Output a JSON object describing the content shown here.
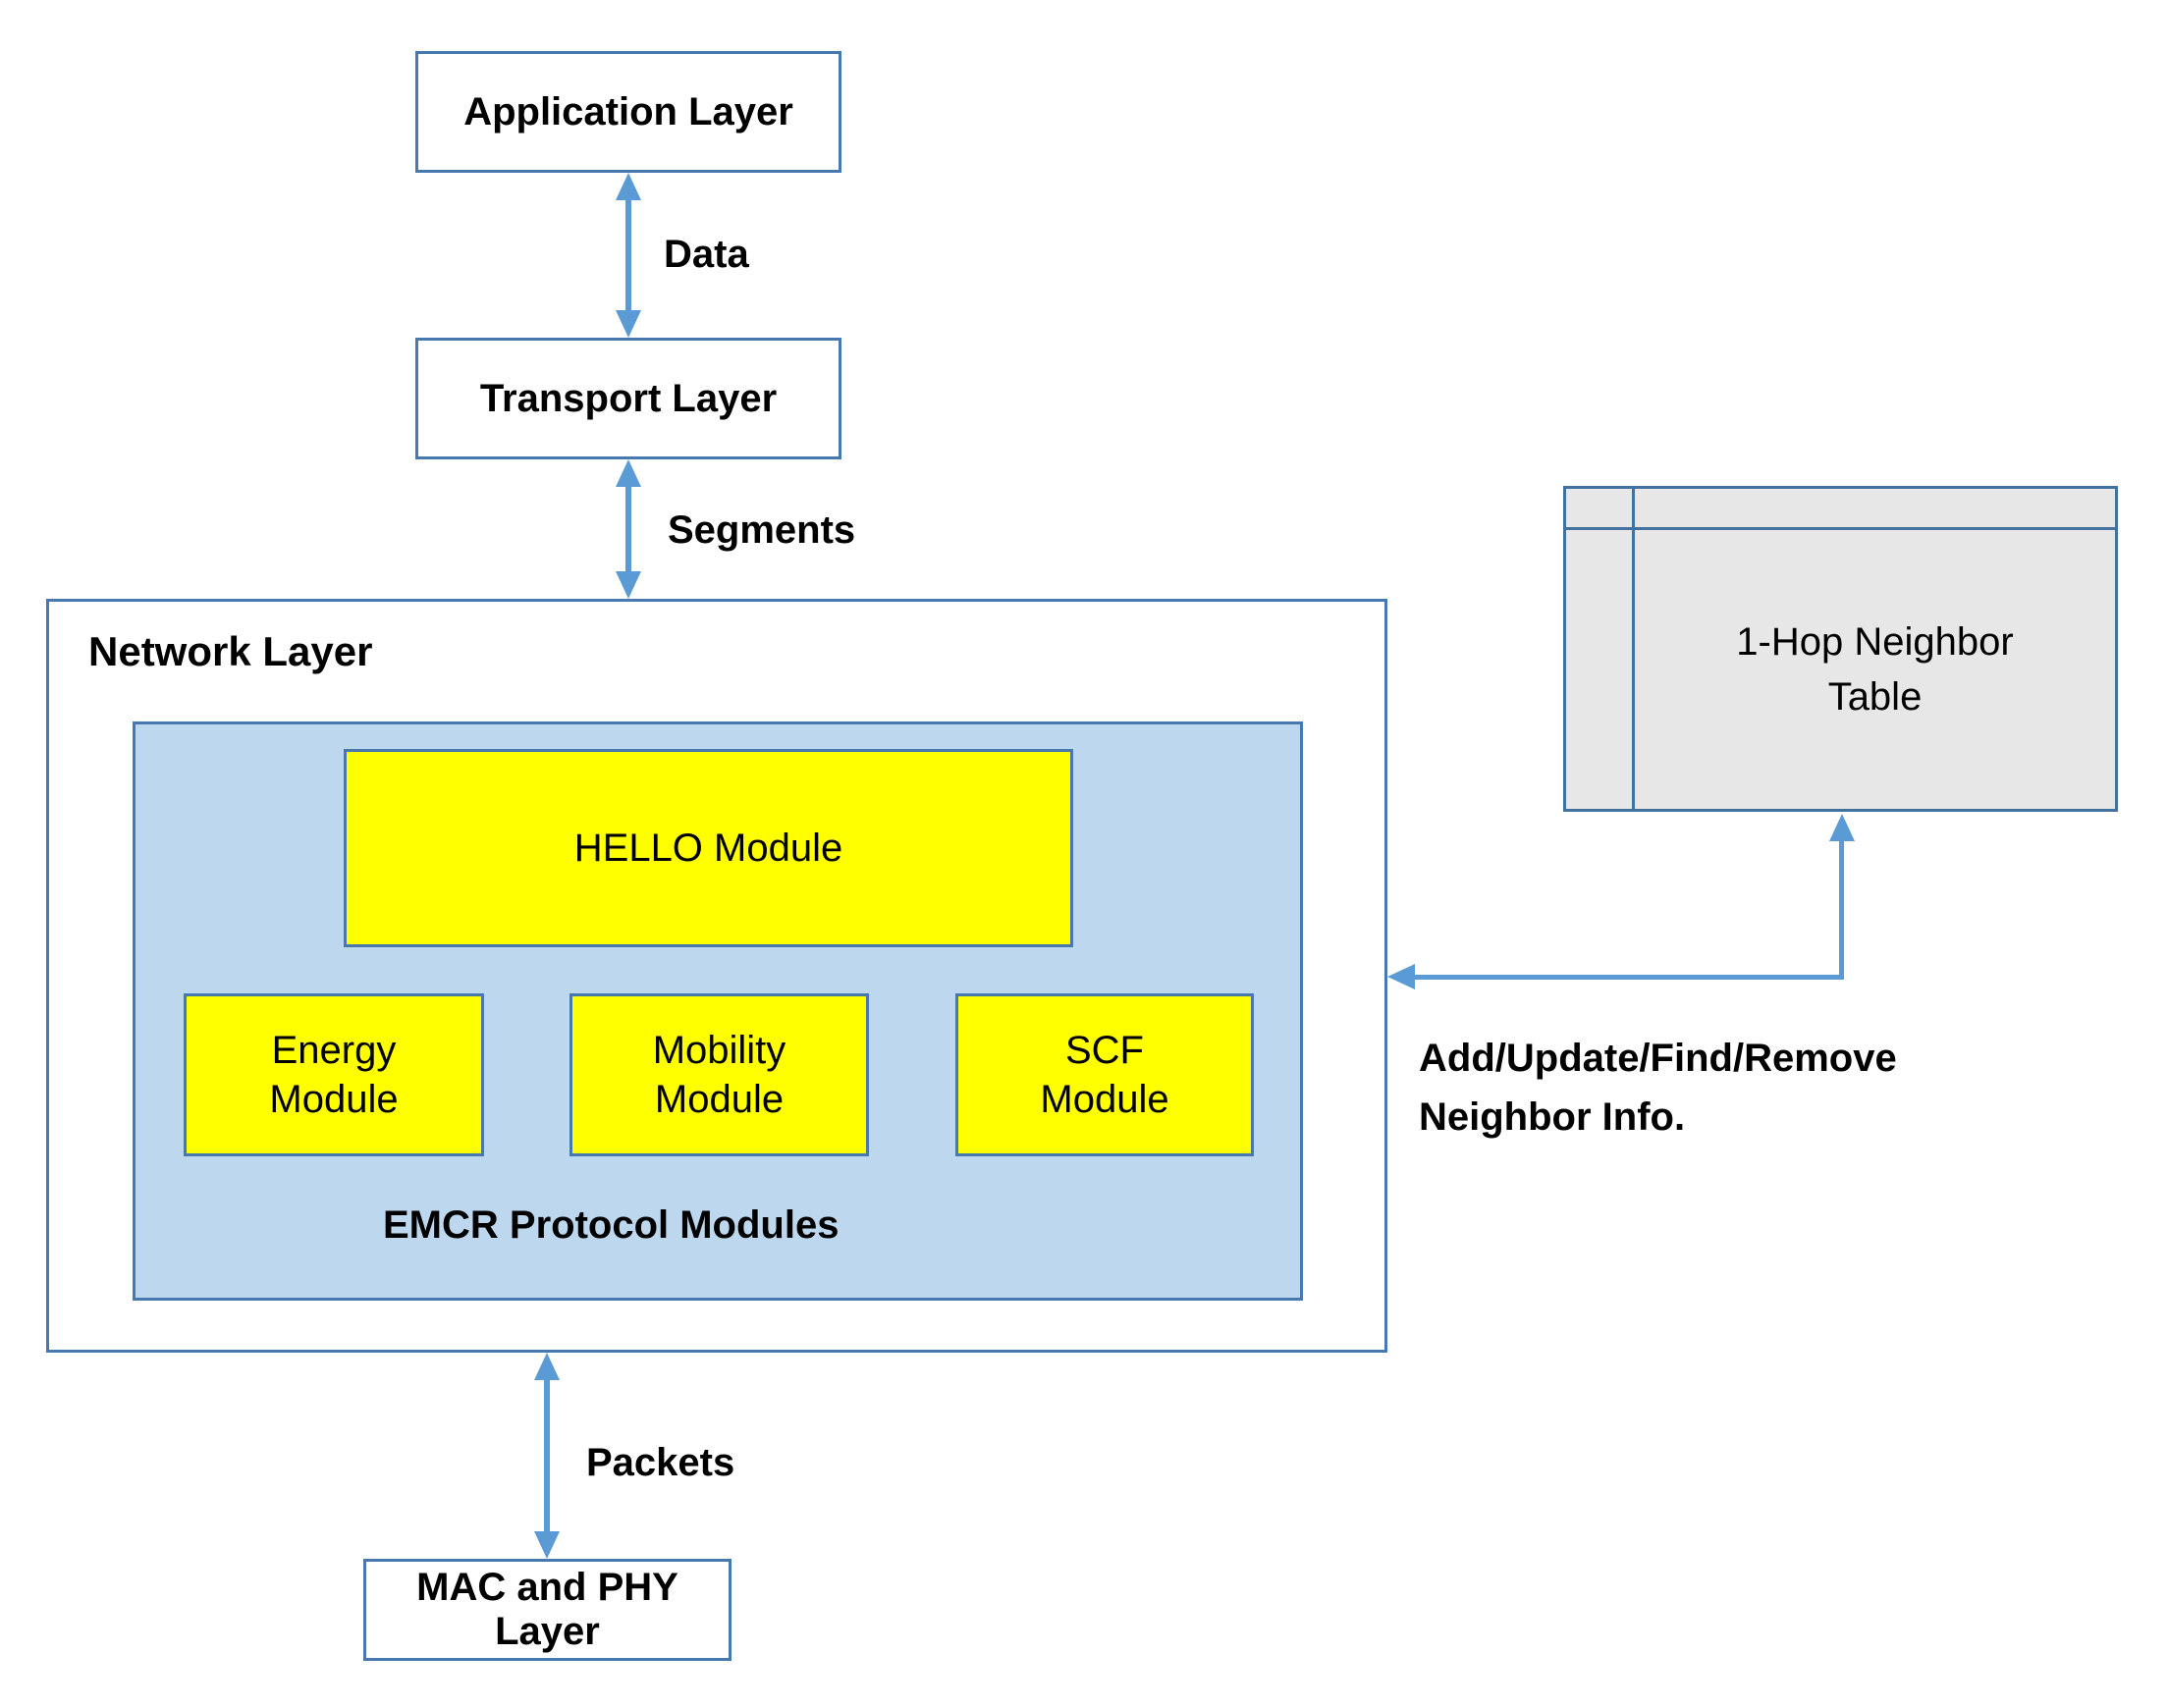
{
  "colors": {
    "box_border": "#4878b0",
    "arrow": "#5b9bd5",
    "module_fill": "#ffff00",
    "emcr_fill": "#bdd7ee",
    "table_fill": "#e7e7e7",
    "table_border": "#41719c",
    "text": "#000000",
    "background": "#ffffff"
  },
  "layers": {
    "application": {
      "label": "Application Layer"
    },
    "transport": {
      "label": "Transport Layer"
    },
    "network": {
      "label": "Network Layer"
    },
    "mac_phy": {
      "label": "MAC and PHY Layer"
    }
  },
  "arrows": {
    "app_transport": {
      "label": "Data"
    },
    "transport_network": {
      "label": "Segments"
    },
    "network_mac": {
      "label": "Packets"
    }
  },
  "emcr": {
    "group_label": "EMCR Protocol Modules",
    "hello_module": {
      "label": "HELLO Module"
    },
    "modules": [
      {
        "line1": "Energy",
        "line2": "Module"
      },
      {
        "line1": "Mobility",
        "line2": "Module"
      },
      {
        "line1": "SCF",
        "line2": "Module"
      }
    ]
  },
  "neighbor_table": {
    "line1": "1-Hop Neighbor",
    "line2": "Table"
  },
  "neighbor_note": {
    "line1": "Add/Update/Find/Remove",
    "line2": "Neighbor Info."
  }
}
